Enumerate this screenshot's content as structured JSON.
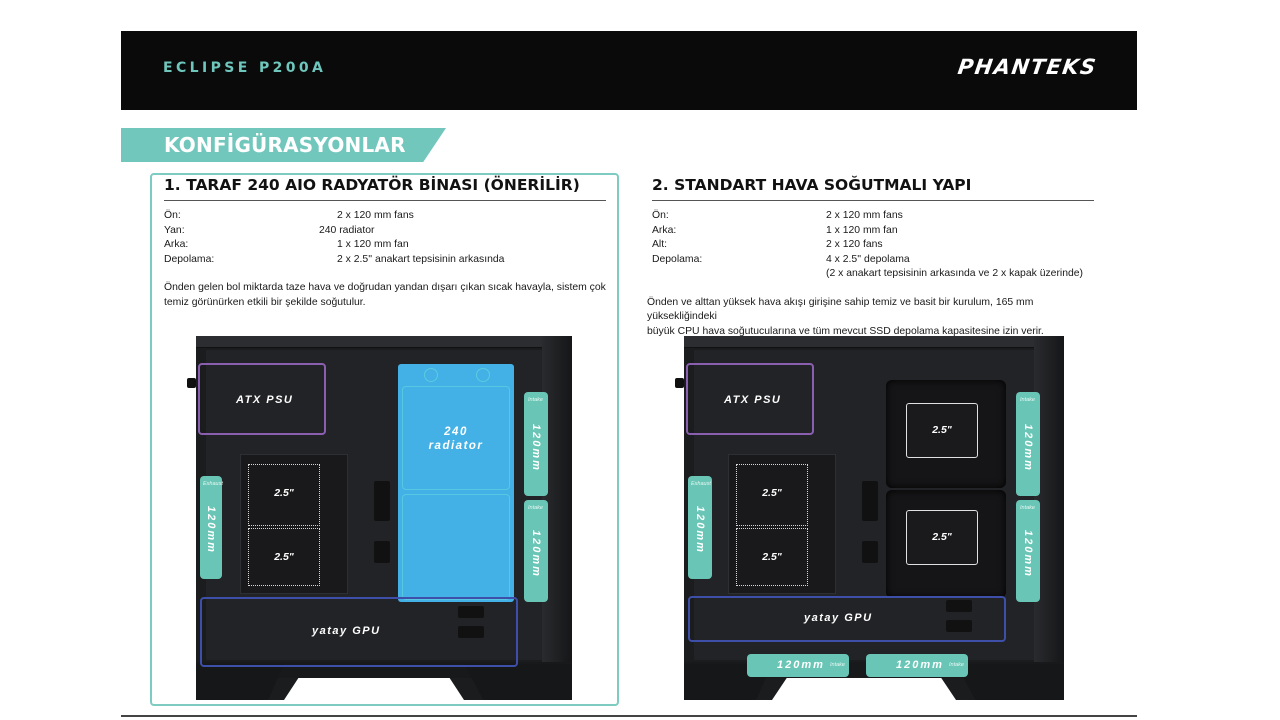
{
  "header": {
    "product_name": "ECLIPSE P200A",
    "brand": "PHANTEKS",
    "background_color": "#0a0a0b",
    "accent_color": "#6fc6bc"
  },
  "section": {
    "title": "KONFİGÜRASYONLAR",
    "banner_color": "#72c7bd"
  },
  "configs": [
    {
      "title": "1. TARAF 240 AIO RADYATÖR BİNASI (ÖNERİLİR)",
      "recommended": true,
      "specs": [
        {
          "key": "Ön:",
          "value": "2 x 120 mm fans"
        },
        {
          "key": "Yan:",
          "value": "240 radiator"
        },
        {
          "key": "Arka:",
          "value": "1 x 120 mm fan"
        },
        {
          "key": "Depolama:",
          "value": "2 x 2.5'' anakart tepsisinin arkasında"
        }
      ],
      "description_lines": [
        "Önden gelen bol miktarda taze hava ve doğrudan yandan dışarı çıkan sıcak havayla, sistem çok",
        "temiz görünürken etkili bir şekilde soğutulur."
      ],
      "diagram": {
        "psu_label": "ATX PSU",
        "gpu_label": "yatay GPU",
        "radiator_label_line1": "240",
        "radiator_label_line2": "radiator",
        "drives": [
          "2.5\"",
          "2.5\""
        ],
        "fans": [
          {
            "position": "rear",
            "tag": "Exhaust",
            "size": "120mm"
          },
          {
            "position": "front-top",
            "tag": "Intake",
            "size": "120mm"
          },
          {
            "position": "front-bottom",
            "tag": "Intake",
            "size": "120mm"
          }
        ]
      }
    },
    {
      "title": "2. STANDART HAVA SOĞUTMALI YAPI",
      "recommended": false,
      "specs": [
        {
          "key": "Ön:",
          "value": "2 x 120 mm fans"
        },
        {
          "key": "Arka:",
          "value": "1 x 120 mm fan"
        },
        {
          "key": "Alt:",
          "value": "2 x 120 fans"
        },
        {
          "key": "Depolama:",
          "value": "4 x 2.5'' depolama"
        },
        {
          "key": "",
          "value": "(2 x anakart tepsisinin arkasında ve 2 x kapak üzerinde)"
        }
      ],
      "description_lines": [
        "Önden ve alttan yüksek hava akışı girişine sahip temiz ve basit bir kurulum, 165 mm yüksekliğindeki",
        "büyük CPU hava soğutucularına ve tüm mevcut SSD depolama kapasitesine izin verir."
      ],
      "diagram": {
        "psu_label": "ATX PSU",
        "gpu_label": "yatay GPU",
        "drives_back": [
          "2.5\"",
          "2.5\""
        ],
        "drives_shroud": [
          "2.5\"",
          "2.5\""
        ],
        "fans": [
          {
            "position": "rear",
            "tag": "Exhaust",
            "size": "120mm"
          },
          {
            "position": "front-top",
            "tag": "Intake",
            "size": "120mm"
          },
          {
            "position": "front-bottom",
            "tag": "Intake",
            "size": "120mm"
          },
          {
            "position": "bottom-left",
            "tag": "Intake",
            "size": "120mm"
          },
          {
            "position": "bottom-right",
            "tag": "Intake",
            "size": "120mm"
          }
        ]
      }
    }
  ],
  "colors": {
    "psu_zone": "#8a5fb0",
    "gpu_zone": "#3d4fa8",
    "fan": "#69c6b6",
    "radiator": "#44b1e6",
    "frame": "#7ecbc1"
  }
}
